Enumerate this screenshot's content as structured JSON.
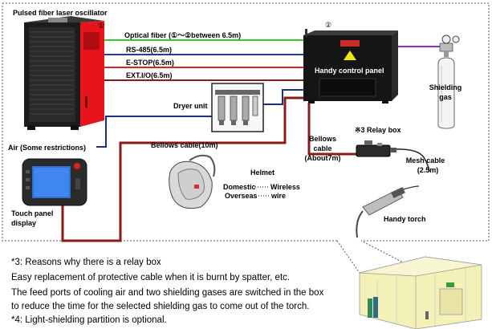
{
  "labels": {
    "oscillator": "Pulsed fiber laser oscillator",
    "marker1": "①",
    "marker2": "②",
    "optical_fiber": "Optical fiber (①～②between 6.5m)",
    "rs485": "RS-485(6.5m)",
    "estop": "E-STOP(6.5m)",
    "extio": "EXT.I/O(6.5m)",
    "handy_panel": "Handy control panel",
    "shielding_gas": [
      "Shielding",
      "gas"
    ],
    "dryer_unit": "Dryer unit",
    "air": "Air (Some restrictions)",
    "bellows_cable": "Bellows cable(10m)",
    "bellows_cable_7m": [
      "Bellows",
      "cable",
      "(About7m)"
    ],
    "relay_box": "※3 Relay box",
    "mesh_cable": [
      "Mesh cable",
      "(2.5m)"
    ],
    "helmet": "Helmet",
    "domestic": "Domestic",
    "wireless": "Wireless",
    "overseas": "Overseas",
    "wire": "wire",
    "touch_panel": [
      "Touch panel",
      "display"
    ],
    "handy_torch": "Handy torch"
  },
  "notes": [
    "*3: Reasons why there is a relay box",
    "Easy replacement of protective cable when it is burnt by spatter, etc.",
    "The feed ports of cooling air and two shielding gases are switched in the box",
    "to reduce the time for the selected shielding gas to come out of the torch.",
    "*4: Light-shielding partition is optional."
  ],
  "colors": {
    "optical_fiber": "#33cc33",
    "rs485": "#1a3fb0",
    "estop": "#e02020",
    "extio": "#8b1a1a",
    "air": "#1a2f8a",
    "bellows": "#8b1a1a",
    "gas": "#8b2fc9",
    "oscillator_red": "#e8141c",
    "booth": "#f3f0b8"
  }
}
